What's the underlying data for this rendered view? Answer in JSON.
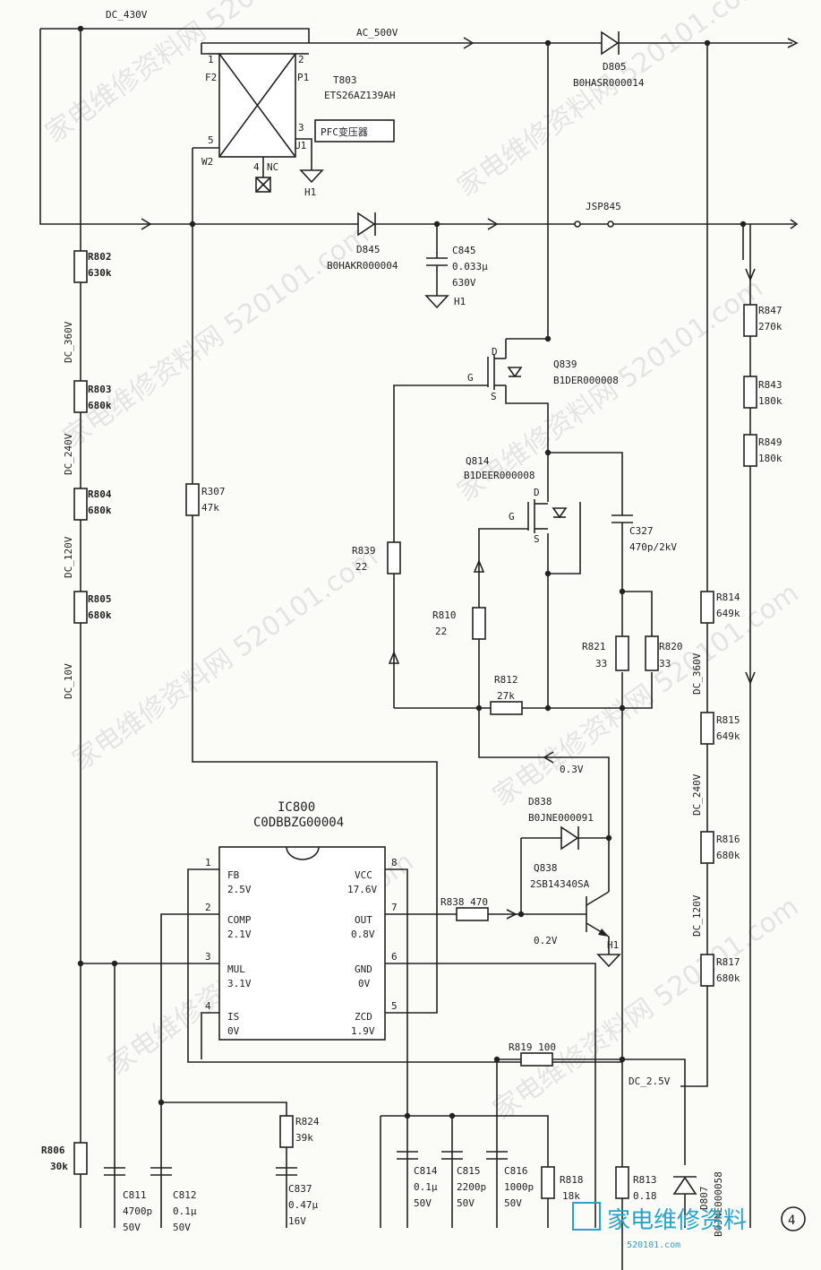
{
  "watermark": {
    "text": "家电维修资料网 520101.com"
  },
  "nets": {
    "dc430": "DC_430V",
    "ac500": "AC_500V",
    "dc2_5": "DC_2.5V"
  },
  "t803": {
    "ref": "T803",
    "part": "ETS26AZ139AH",
    "desc": "PFC变压器",
    "pin1": "1",
    "pin2": "2",
    "pin3": "3",
    "pin4": "4",
    "pin5": "5",
    "f2": "F2",
    "p1": "P1",
    "u1": "U1",
    "w2": "W2",
    "nc": "NC",
    "ground": "H1"
  },
  "d805": {
    "ref": "D805",
    "part": "B0HASR000014"
  },
  "d845": {
    "ref": "D845",
    "part": "B0HAKR000004"
  },
  "c845": {
    "ref": "C845",
    "value": "0.033μ",
    "voltage": "630V",
    "ground": "H1"
  },
  "jsp845": {
    "ref": "JSP845"
  },
  "ladder_left": {
    "r802": {
      "ref": "R802",
      "value": "630k"
    },
    "r803": {
      "ref": "R803",
      "value": "680k"
    },
    "r804": {
      "ref": "R804",
      "value": "680k"
    },
    "r805": {
      "ref": "R805",
      "value": "680k"
    },
    "r806": {
      "ref": "R806",
      "value": "30k"
    },
    "dc360": "DC_360V",
    "dc240": "DC_240V",
    "dc120": "DC_120V",
    "dc10": "DC_10V"
  },
  "r307": {
    "ref": "R307",
    "value": "47k"
  },
  "q839": {
    "ref": "Q839",
    "part": "B1DER000008",
    "d": "D",
    "g": "G",
    "s": "S"
  },
  "q814": {
    "ref": "Q814",
    "part": "B1DEER000008",
    "d": "D",
    "g": "G",
    "s": "S"
  },
  "c327": {
    "ref": "C327",
    "value": "470p/2kV"
  },
  "r839": {
    "ref": "R839",
    "value": "22"
  },
  "r810": {
    "ref": "R810",
    "value": "22"
  },
  "r812": {
    "ref": "R812",
    "value": "27k"
  },
  "r821": {
    "ref": "R821",
    "value": "33"
  },
  "r820": {
    "ref": "R820",
    "value": "33"
  },
  "nodes": {
    "v03": "0.3V"
  },
  "d838": {
    "ref": "D838",
    "part": "B0JNE000091"
  },
  "q838": {
    "ref": "Q838",
    "part": "2SB14340SA",
    "vb": "0.2V",
    "ground": "H1"
  },
  "r838": {
    "label": "R838  470"
  },
  "ic800": {
    "ref": "IC800",
    "part": "C0DBBZG00004",
    "pins": [
      {
        "num": "1",
        "name": "FB",
        "volt": "2.5V"
      },
      {
        "num": "2",
        "name": "COMP",
        "volt": "2.1V"
      },
      {
        "num": "3",
        "name": "MUL",
        "volt": "3.1V"
      },
      {
        "num": "4",
        "name": "IS",
        "volt": "0V"
      },
      {
        "num": "8",
        "name": "VCC",
        "volt": "17.6V"
      },
      {
        "num": "7",
        "name": "OUT",
        "volt": "0.8V"
      },
      {
        "num": "6",
        "name": "GND",
        "volt": "0V"
      },
      {
        "num": "5",
        "name": "ZCD",
        "volt": "1.9V"
      }
    ]
  },
  "r819": {
    "label": "R819  100"
  },
  "ladder_right": {
    "r847": {
      "ref": "R847",
      "value": "270k"
    },
    "r843": {
      "ref": "R843",
      "value": "180k"
    },
    "r849": {
      "ref": "R849",
      "value": "180k"
    },
    "r814": {
      "ref": "R814",
      "value": "649k"
    },
    "r815": {
      "ref": "R815",
      "value": "649k"
    },
    "r816": {
      "ref": "R816",
      "value": "680k"
    },
    "r817": {
      "ref": "R817",
      "value": "680k"
    },
    "dc360": "DC_360V",
    "dc240": "DC_240V",
    "dc120": "DC_120V"
  },
  "bottom": {
    "c811": {
      "ref": "C811",
      "value": "4700p",
      "voltage": "50V"
    },
    "c812": {
      "ref": "C812",
      "value": "0.1μ",
      "voltage": "50V"
    },
    "r824": {
      "ref": "R824",
      "value": "39k"
    },
    "c837": {
      "ref": "C837",
      "value": "0.47μ",
      "voltage": "16V"
    },
    "c814": {
      "ref": "C814",
      "value": "0.1μ",
      "voltage": "50V"
    },
    "c815": {
      "ref": "C815",
      "value": "2200p",
      "voltage": "50V"
    },
    "c816": {
      "ref": "C816",
      "value": "1000p",
      "voltage": "50V"
    },
    "r818": {
      "ref": "R818",
      "value": "18k"
    },
    "r813": {
      "ref": "R813",
      "value": "0.18"
    },
    "d807": {
      "ref": "D807",
      "part": "B0JNE000058"
    }
  },
  "logo": {
    "name": "家电维修资料",
    "url": "520101.com"
  },
  "page_number": "4"
}
